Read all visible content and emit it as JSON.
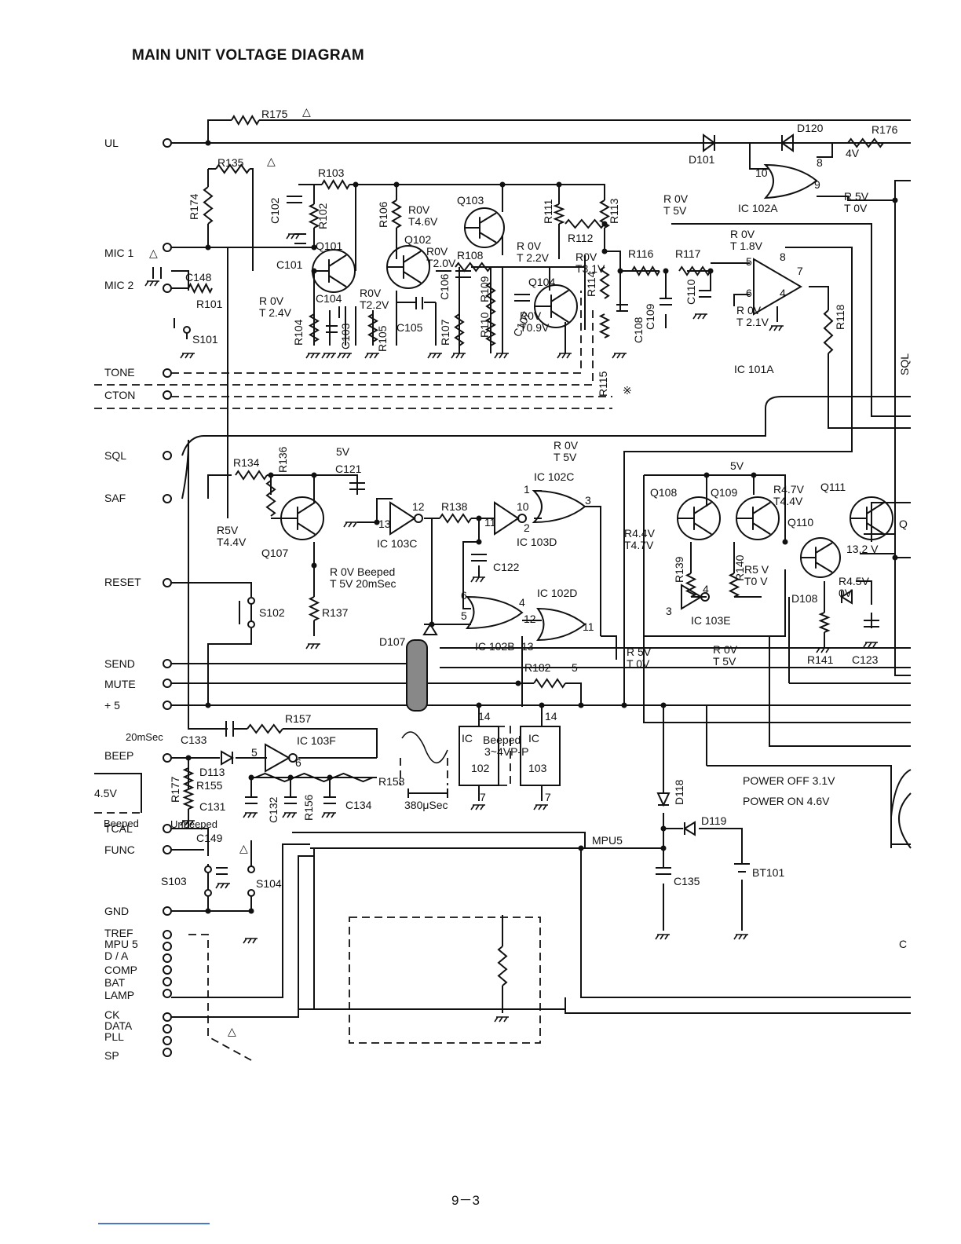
{
  "title": "MAIN UNIT VOLTAGE DIAGRAM",
  "page_number": "9－3",
  "connector_pins": [
    "UL",
    "MIC 1",
    "MIC 2",
    "TONE",
    "CTON",
    "SQL",
    "SAF",
    "RESET",
    "SEND",
    "MUTE",
    "+ 5",
    "BEEP",
    "TCAL",
    "FUNC",
    "GND",
    "TREF",
    "MPU 5",
    "D / A",
    "COMP",
    "BAT",
    "LAMP",
    "CK",
    "DATA",
    "PLL",
    "SP"
  ],
  "resistors": [
    "R175",
    "R135",
    "R174",
    "R103",
    "R102",
    "R106",
    "R111",
    "R113",
    "R112",
    "R116",
    "R117",
    "R108",
    "R109",
    "R110",
    "R107",
    "R105",
    "R104",
    "R114",
    "R115",
    "R118",
    "R176",
    "R101",
    "R134",
    "R136",
    "R137",
    "R138",
    "R139",
    "R140",
    "R141",
    "R182",
    "R157",
    "R155",
    "R156",
    "R158",
    "R177"
  ],
  "capacitors": [
    "C102",
    "C101",
    "C148",
    "C104",
    "C103",
    "C105",
    "C106",
    "C107",
    "C108",
    "C109",
    "C110",
    "C121",
    "C122",
    "C123",
    "C131",
    "C132",
    "C133",
    "C134",
    "C135",
    "C149"
  ],
  "transistors": [
    "Q101",
    "Q102",
    "Q103",
    "Q104",
    "Q107",
    "Q108",
    "Q109",
    "Q110",
    "Q111"
  ],
  "diodes": [
    "D101",
    "D120",
    "D107",
    "D113",
    "D118",
    "D119",
    "D108"
  ],
  "ics": [
    "IC102A",
    "IC101A",
    "IC102C",
    "IC103C",
    "IC103D",
    "IC102D",
    "IC102B",
    "IC103E",
    "IC103F"
  ],
  "switches": [
    "S101",
    "S102",
    "S103",
    "S104"
  ],
  "battery": "BT101",
  "node_labels": {
    "mpu5": "MPU5",
    "q_partial": "Q",
    "c_partial": "C",
    "sql_side": "SQL",
    "ic_box1": "IC",
    "ic_box2_a": "IC",
    "ic_box2_b": "103",
    "ic_box1_pin": "102",
    "pin14a": "14",
    "pin14b": "14",
    "pin7a": "7",
    "pin7b": "7",
    "r182_val": "5"
  },
  "voltage_annotations": {
    "v_r0_t5_a": [
      "R 0V",
      "T 5V"
    ],
    "v_r5_t0_a": [
      "R 5V",
      "T 0V"
    ],
    "v_4v": "4V",
    "v_q102_e": [
      "R0V",
      "T4.6V"
    ],
    "v_q102_c": [
      "R0V",
      "T2.0V"
    ],
    "v_q103": [
      "R 0V",
      "T 2.2V"
    ],
    "v_q104": [
      "R0V",
      "T3.1V"
    ],
    "v_q101_e": [
      "R 0V",
      "T 2.4V"
    ],
    "v_q101_c": [
      "R0V",
      "T2.2V"
    ],
    "v_q104_e": [
      "R0V",
      "T0.9V"
    ],
    "v_ic101_5": [
      "R 0V",
      "T 1.8V"
    ],
    "v_ic101_6": [
      "R 0V",
      "T 2.1V"
    ],
    "v_ic102c": [
      "R 0V",
      "T 5V"
    ],
    "v_q107_5v": "5V",
    "v_q107_b": [
      "R5V",
      "T4.4V"
    ],
    "v_q107_c": [
      "R  0V  Beeped",
      "T  5V  20mSec"
    ],
    "v_q108_5v": "5V",
    "v_q109": [
      "R4.7V",
      "T4.4V"
    ],
    "v_q108": [
      "R4.4V",
      "T4.7V"
    ],
    "v_ic103e_in": [
      "R5 V",
      "T0 V"
    ],
    "v_q110": "13.2 V",
    "v_d108": [
      "R4.5V",
      "0V"
    ],
    "v_ic102d_out": [
      "R 5V",
      "T 0V"
    ],
    "v_ic103e_out": [
      "R  0V",
      "T  5V"
    ],
    "beep_time": "20mSec",
    "beep_level": "4.5V",
    "beeped": "Beeped",
    "unbeeped": "Unbeeped",
    "ic_beeped": "Beeped",
    "ic_pp": "3~4VP-P",
    "pulse_width": "380μSec",
    "power_off": "POWER  OFF  3.1V",
    "power_on": "POWER  ON   4.6V",
    "note_mark": "※"
  },
  "ic_pins": {
    "ic102a_10": "10",
    "ic102a_8": "8",
    "ic102a_9": "9",
    "ic101a_5": "5",
    "ic101a_6": "6",
    "ic101a_8": "8",
    "ic101a_4": "4",
    "ic101a_7": "7",
    "ic102c_1": "1",
    "ic102c_2": "2",
    "ic102c_3": "3",
    "ic103c_13": "13",
    "ic103c_12": "12",
    "ic103d_11": "11",
    "ic103d_10": "10",
    "ic102b_6": "6",
    "ic102b_5": "5",
    "ic102b_4": "4",
    "ic102d_12": "12",
    "ic102d_13": "13",
    "ic102d_11": "11",
    "ic103e_3": "3",
    "ic103e_4": "4",
    "ic103f_5": "5",
    "ic103f_6": "6"
  },
  "warning_symbol": "△"
}
